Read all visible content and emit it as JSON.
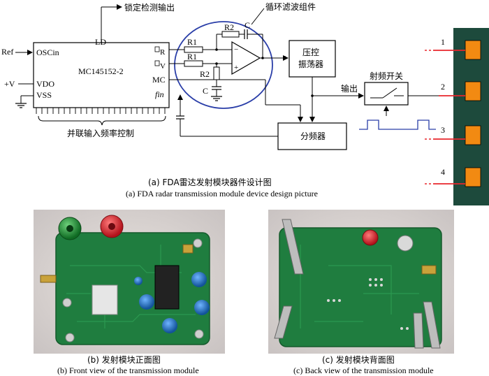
{
  "schematic": {
    "chip_name": "MC145152-2",
    "pin_ld": "LD",
    "pin_osc": "OSCin",
    "pin_vdd": "VDO",
    "pin_vss": "VSS",
    "pin_r": "R",
    "pin_v": "V",
    "pin_mc": "MC",
    "pin_fin": "fin",
    "ref_label": "Ref",
    "vplus_label": "+V",
    "lock_detect_label": "锁定检测输出",
    "parallel_input_label": "并联输入频率控制",
    "loop_filter_label": "循环滤波组件",
    "r1_top": "R1",
    "r1_bottom": "R1",
    "r2_top": "R2",
    "r2_bottom": "R2",
    "c_top": "C",
    "c_bottom": "C",
    "vco_line1": "压控",
    "vco_line2": "振荡器",
    "divider_label": "分频器",
    "output_label": "输出",
    "rf_switch_label": "射频开关",
    "antenna_numbers": [
      "1",
      "2",
      "3",
      "4"
    ]
  },
  "captions": {
    "a_cn": "(a) FDA雷达发射模块器件设计图",
    "a_en": "(a) FDA radar transmission module device design picture",
    "b_cn": "(b) 发射模块正面图",
    "b_en": "(b) Front view of the transmission module",
    "c_cn": "(c) 发射模块背面图",
    "c_en": "(c) Back view of the transmission module"
  },
  "colors": {
    "pcb_green": "#1f7d3f",
    "antenna_board": "#1d4a3c",
    "antenna_patch": "#f28a12",
    "feed_red": "#e8262b",
    "loop_circle": "#2a3ea8",
    "capacitor_blue": "#1e6fc0"
  }
}
